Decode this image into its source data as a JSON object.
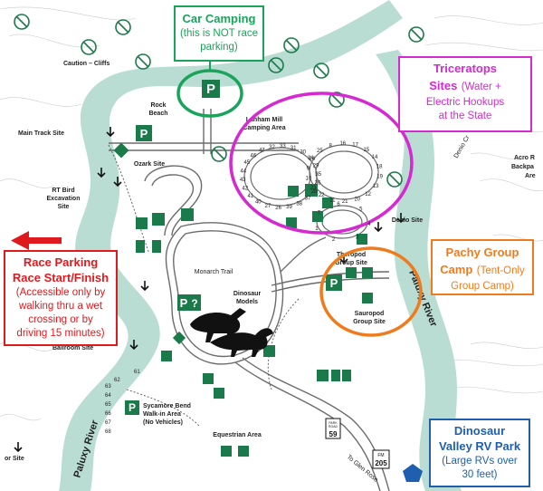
{
  "callouts": {
    "car_camping": {
      "title": "Car Camping",
      "sub1": "(this is NOT race",
      "sub2": "parking)",
      "color": "#1aa35a"
    },
    "triceratops": {
      "title1": "Triceratops",
      "title2": "Sites",
      "sub_inline": "(Water +",
      "sub2": "Electric Hookups",
      "sub3": "at the State",
      "color": "#d42ad0"
    },
    "race": {
      "title1": "Race Parking",
      "title2": "Race Start/Finish",
      "sub1": "(Accessible only by",
      "sub2": "walking thru a wet",
      "sub3": "crossing or by",
      "sub4": "driving 15 minutes)",
      "color": "#e0191d"
    },
    "pachy": {
      "title1": "Pachy Group",
      "title2": "Camp",
      "sub_inline": "(Tent-Only",
      "sub2": "Group Camp)",
      "color": "#f07b1c"
    },
    "dinosaur_rv": {
      "title1": "Dinosaur",
      "title2": "Valley RV Park",
      "sub1": "(Large RVs over",
      "sub2": "30 feet)",
      "color": "#1e5fb0"
    }
  },
  "labels": {
    "caution": "Caution – Cliffs",
    "rock_beach_1": "Rock",
    "rock_beach_2": "Beach",
    "main_track": "Main Track Site",
    "lanham_1": "Lanham Mill",
    "lanham_2": "Camping Area",
    "ozark": "Ozark Site",
    "rt_bird_1": "RT Bird",
    "rt_bird_2": "Excavation",
    "rt_bird_3": "Site",
    "monarch": "Monarch Trail",
    "dino_models_1": "Dinosaur",
    "dino_models_2": "Models",
    "denio": "Denio Site",
    "theropod_1": "Theropod",
    "theropod_2": "Group Site",
    "sauropod_1": "Sauropod",
    "sauropod_2": "Group Site",
    "ballroom": "Ballroom Site",
    "sycamore_1": "Sycamore Bend",
    "sycamore_2": "Walk-in Area",
    "sycamore_3": "(No Vehicles)",
    "equestrian": "Equestrian Area",
    "or_site": "or Site",
    "acro_1": "Acro R",
    "acro_2": "Backpa",
    "acro_3": "Are",
    "paluxy_left": "Paluxy River",
    "paluxy_right": "Paluxy River",
    "to_glen_rose": "To Glen Rose",
    "park_road_1": "PARK",
    "park_road_2": "ROAD",
    "park_road_num": "59",
    "fm_1": "FM",
    "fm_num": "205",
    "denio_creek": "Denio Cr"
  },
  "loop_sites": [
    "32",
    "33",
    "31",
    "30",
    "34",
    "29",
    "35",
    "36",
    "28",
    "37",
    "38",
    "39",
    "26",
    "27",
    "40",
    "41",
    "42",
    "43",
    "44",
    "45",
    "46",
    "47",
    "16",
    "17",
    "15",
    "14",
    "18",
    "19",
    "13",
    "12",
    "20",
    "21",
    "11",
    "22",
    "23",
    "10",
    "9",
    "24",
    "25",
    "8",
    "7",
    "6",
    "5",
    "4",
    "3",
    "2",
    "1"
  ],
  "west_sites": [
    "61",
    "62",
    "63",
    "64",
    "65",
    "66",
    "67",
    "68"
  ],
  "icons": {
    "parking": "P",
    "info": "?",
    "bike": "bike-icon"
  }
}
